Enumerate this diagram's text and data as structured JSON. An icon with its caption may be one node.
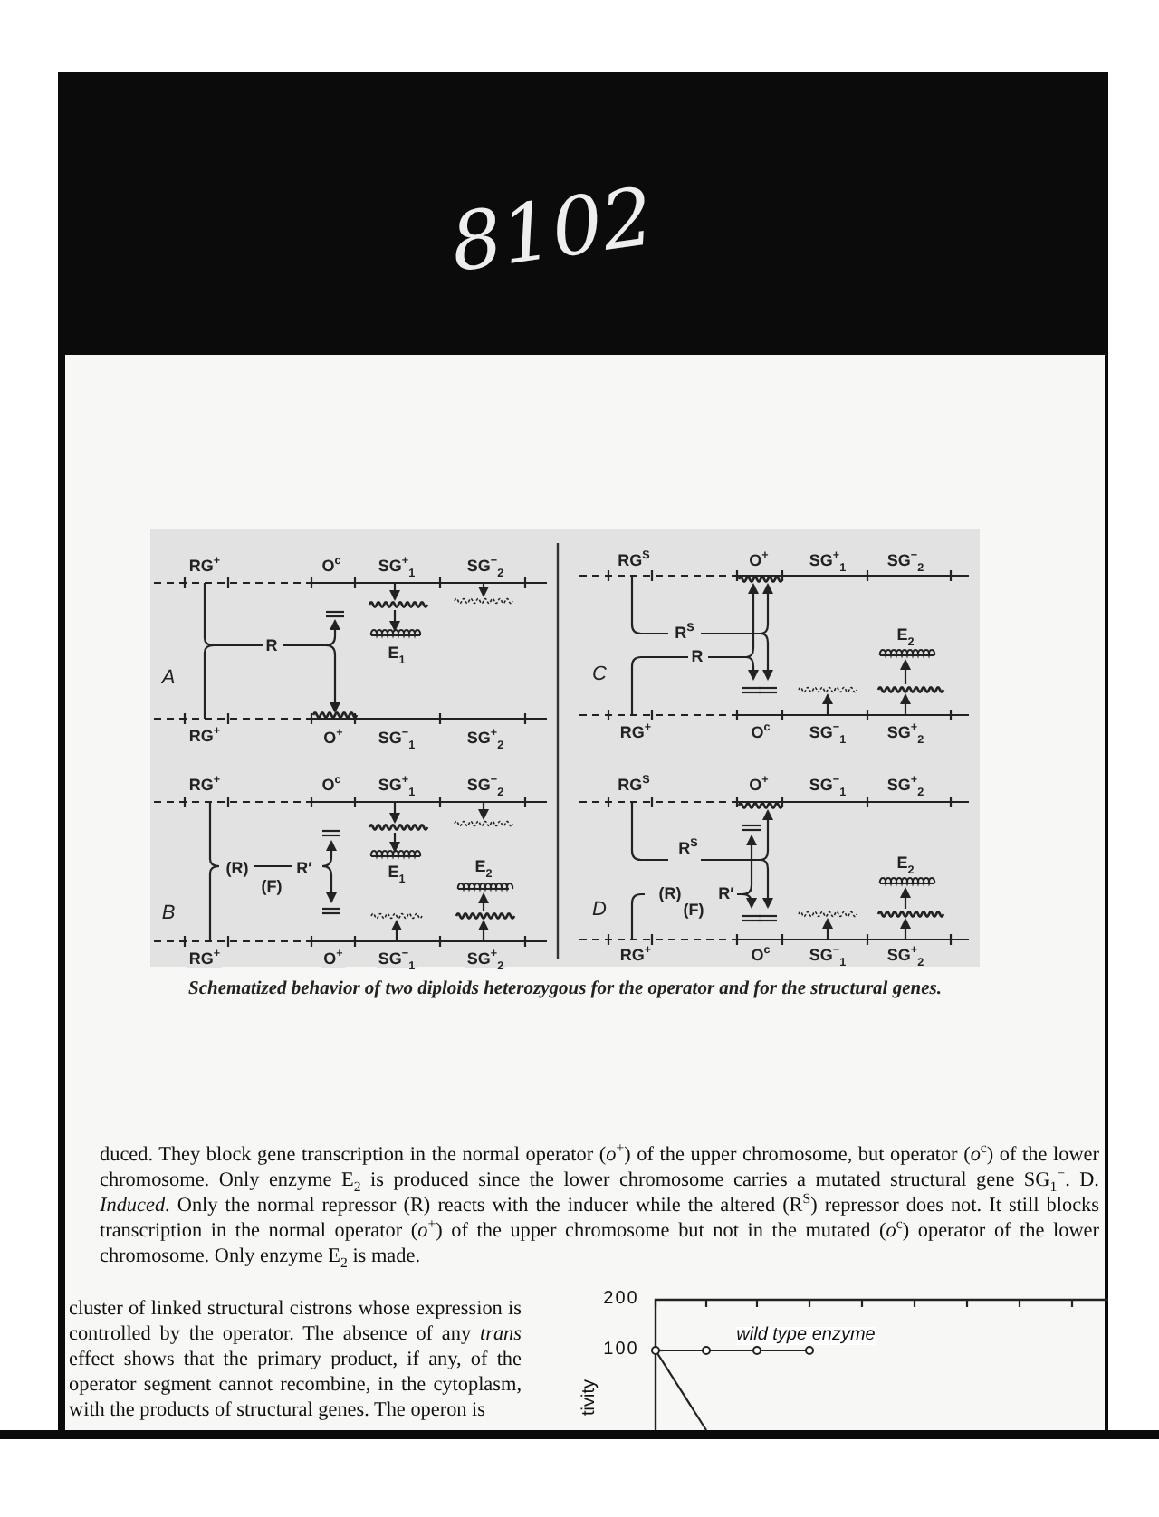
{
  "diagram": {
    "caption": "Schematized behavior of two diploids heterozygous for the operator and for the structural genes.",
    "labels": [
      "8102",
      "RG$^{+}$",
      "O$^{c}$",
      "SG$^{+}$$_{1}$",
      "SG$^{−}$$_{2}$",
      "R",
      "E$_{1}$",
      "A",
      "RG$^{+}$",
      "O$^{+}$",
      "SG$^{−}$$_{1}$",
      "SG$^{+}$$_{2}$",
      "RG$^{+}$",
      "O$^{c}$",
      "SG$^{+}$$_{1}$",
      "SG$^{−}$$_{2}$",
      "(R)",
      "R′",
      "(F)",
      "E$_{1}$",
      "E$_{2}$",
      "B",
      "RG$^{+}$",
      "O$^{+}$",
      "SG$^{−}$$_{1}$",
      "SG$^{+}$$_{2}$",
      "RG$^{S}$",
      "O$^{+}$",
      "SG$^{+}$$_{1}$",
      "SG$^{−}$$_{2}$",
      "R$^{S}$",
      "R",
      "E$_{2}$",
      "C",
      "RG$^{+}$",
      "O$^{c}$",
      "SG$^{−}$$_{1}$",
      "SG$^{+}$$_{2}$",
      "RG$^{S}$",
      "O$^{+}$",
      "SG$^{−}$$_{1}$",
      "SG$^{+}$$_{2}$",
      "R$^{S}$",
      "(R)",
      "R′",
      "(F)",
      "E$_{2}$",
      "D",
      "RG$^{+}$",
      "O$^{c}$",
      "SG$^{−}$$_{1}$",
      "SG$^{+}$$_{2}$",
      "duced. They block gene transcription in the normal operator (*o*$^{+}$) of the upper chromosome, but operator (*o*$^{c}$) of the lower chromosome. Only enzyme E$_{2}$ is produced since the lower chromosome carries a mutated structural gene SG$_{1}$$^{−}$. D. *Induced*. Only the normal repressor (R) reacts with the inducer while the altered (R$^{S}$) repressor does not. It still blocks transcription in the normal operator (*o*$^{+}$) of the upper chromosome but not in the mutated (*o*$^{c}$) operator of the lower chromosome. Only enzyme E$_{2}$ is made.",
      "cluster of linked structural cistrons whose expression is controlled by the operator. The absence of any *trans* effect shows that the primary product, if any, of the operator segment cannot recombine, in the cytoplasm, with the products of structural genes. The operon is",
      "200",
      "100",
      "wild type enzyme",
      "tivity"
    ]
  }
}
